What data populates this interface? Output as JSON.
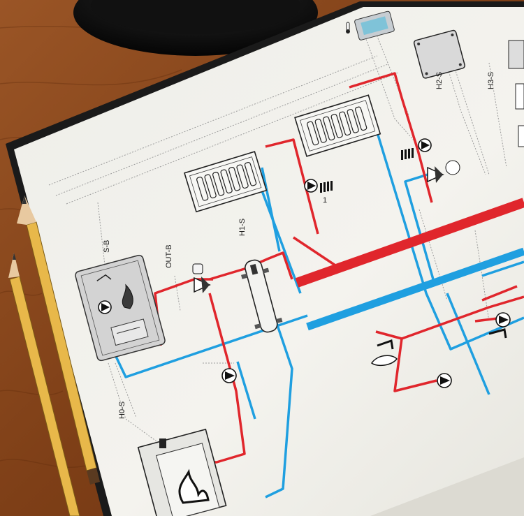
{
  "scene": {
    "labels": {
      "s_b": "S-B",
      "out_b": "OUT-B",
      "h1_s": "H1-S",
      "h2_s": "H2-S",
      "h3_s": "H3-S",
      "h0_s": "H0-S",
      "pump_index": "1"
    },
    "colors": {
      "wood": "#8a4a1e",
      "paper": "#f1f0ea",
      "supply_pipe": "#e0262c",
      "return_pipe": "#1f9fe0",
      "pencil": "#e8b84a"
    },
    "icons": [
      "boiler-icon",
      "flame-icon",
      "radiator-icon",
      "pump-icon",
      "mixing-valve-icon",
      "hydraulic-separator-icon",
      "controller-icon",
      "thermostat-icon",
      "faucet-icon",
      "solid-fuel-stove-icon",
      "pencil-icon"
    ]
  }
}
